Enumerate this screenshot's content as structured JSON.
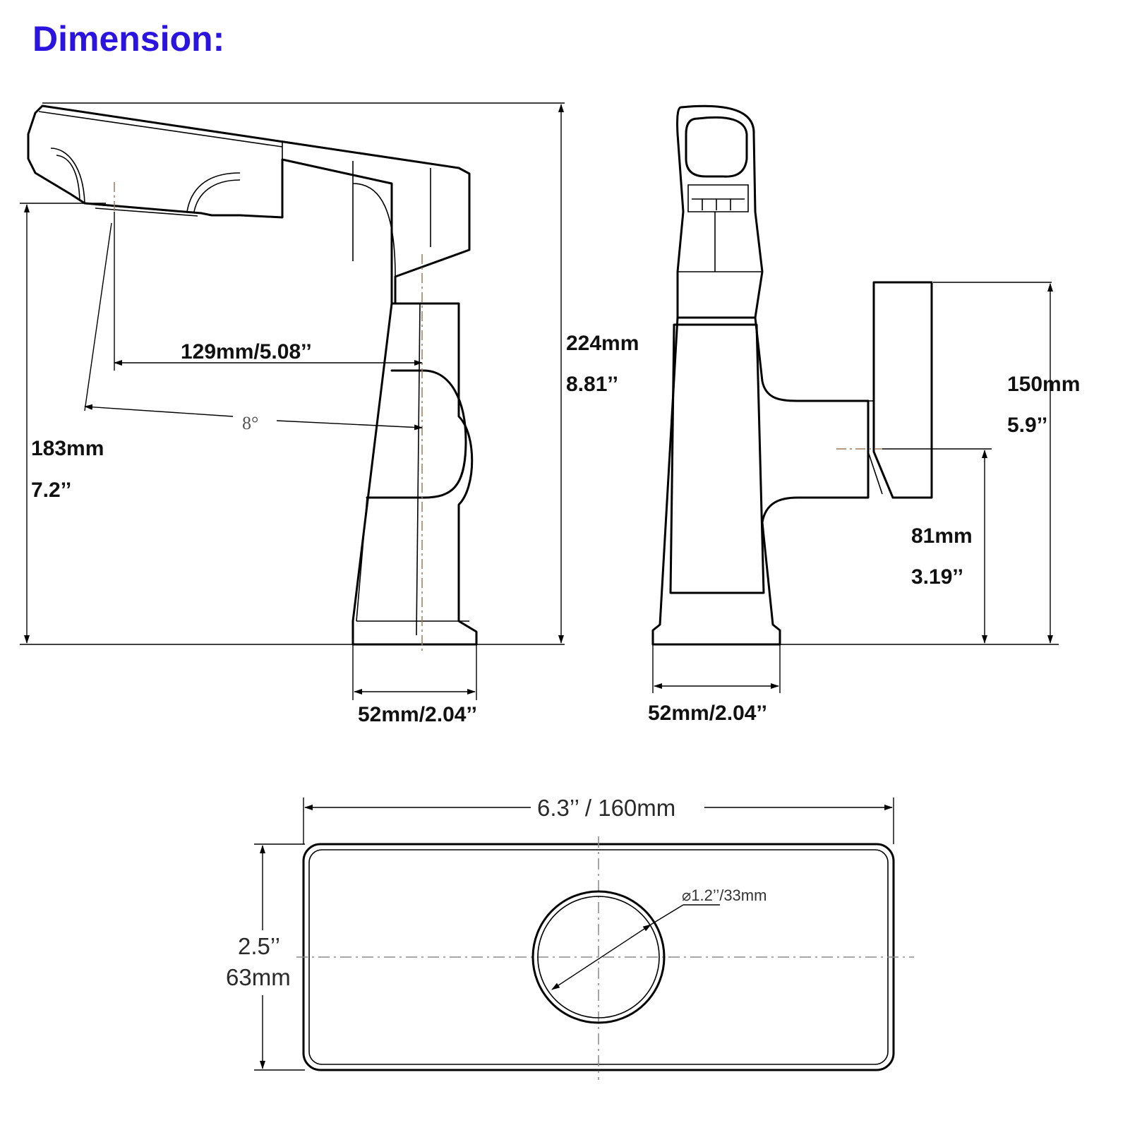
{
  "heading": {
    "text": "Dimension:",
    "color": "#2b14e0"
  },
  "side_view": {
    "spout_reach": "129mm/5.08’’",
    "spout_angle": "8°",
    "spout_height_mm": "183mm",
    "spout_height_in": "7.2’’",
    "total_height_mm": "224mm",
    "total_height_in": "8.81’’",
    "base_width": "52mm/2.04’’"
  },
  "front_view": {
    "handle_height_mm": "150mm",
    "handle_height_in": "5.9’’",
    "handle_axis_mm": "81mm",
    "handle_axis_in": "3.19’’",
    "base_width": "52mm/2.04’’"
  },
  "plate_view": {
    "width_label": "6.3’’ / 160mm",
    "height_in": "2.5’’",
    "height_mm": "63mm",
    "hole_label": "⌀1.2’’/33mm"
  }
}
